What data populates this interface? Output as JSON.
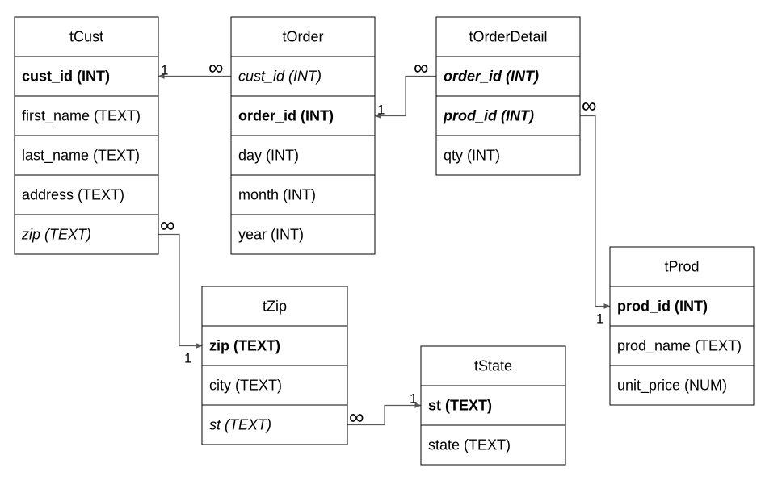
{
  "tables": [
    {
      "id": "tCust",
      "name": "tCust",
      "fields": [
        {
          "text": "cust_id (INT)",
          "style": "pk"
        },
        {
          "text": "first_name (TEXT)",
          "style": "normal"
        },
        {
          "text": "last_name (TEXT)",
          "style": "normal"
        },
        {
          "text": "address (TEXT)",
          "style": "normal"
        },
        {
          "text": "zip (TEXT)",
          "style": "fk"
        }
      ]
    },
    {
      "id": "tOrder",
      "name": "tOrder",
      "fields": [
        {
          "text": "cust_id (INT)",
          "style": "fk"
        },
        {
          "text": "order_id (INT)",
          "style": "pk"
        },
        {
          "text": "day (INT)",
          "style": "normal"
        },
        {
          "text": "month (INT)",
          "style": "normal"
        },
        {
          "text": "year (INT)",
          "style": "normal"
        }
      ]
    },
    {
      "id": "tOrderDetail",
      "name": "tOrderDetail",
      "fields": [
        {
          "text": "order_id (INT)",
          "style": "pk fk"
        },
        {
          "text": "prod_id (INT)",
          "style": "pk fk"
        },
        {
          "text": "qty (INT)",
          "style": "normal"
        }
      ]
    },
    {
      "id": "tProd",
      "name": "tProd",
      "fields": [
        {
          "text": "prod_id (INT)",
          "style": "pk"
        },
        {
          "text": "prod_name (TEXT)",
          "style": "normal"
        },
        {
          "text": "unit_price (NUM)",
          "style": "normal"
        }
      ]
    },
    {
      "id": "tZip",
      "name": "tZip",
      "fields": [
        {
          "text": "zip (TEXT)",
          "style": "pk"
        },
        {
          "text": "city (TEXT)",
          "style": "normal"
        },
        {
          "text": "st (TEXT)",
          "style": "fk"
        }
      ]
    },
    {
      "id": "tState",
      "name": "tState",
      "fields": [
        {
          "text": "st (TEXT)",
          "style": "pk"
        },
        {
          "text": "state (TEXT)",
          "style": "normal"
        }
      ]
    }
  ],
  "relationships": [
    {
      "id": "cust-order",
      "one_table": "tCust",
      "one_field": "cust_id (INT)",
      "many_table": "tOrder",
      "many_field": "cust_id (INT)",
      "one_label": "1",
      "many_label": "∞"
    },
    {
      "id": "order-detail",
      "one_table": "tOrder",
      "one_field": "order_id (INT)",
      "many_table": "tOrderDetail",
      "many_field": "order_id (INT)",
      "one_label": "1",
      "many_label": "∞"
    },
    {
      "id": "prod-detail",
      "one_table": "tProd",
      "one_field": "prod_id (INT)",
      "many_table": "tOrderDetail",
      "many_field": "prod_id (INT)",
      "one_label": "1",
      "many_label": "∞"
    },
    {
      "id": "zip-cust",
      "one_table": "tZip",
      "one_field": "zip (TEXT)",
      "many_table": "tCust",
      "many_field": "zip (TEXT)",
      "one_label": "1",
      "many_label": "∞"
    },
    {
      "id": "state-zip",
      "one_table": "tState",
      "one_field": "st (TEXT)",
      "many_table": "tZip",
      "many_field": "st (TEXT)",
      "one_label": "1",
      "many_label": "∞"
    }
  ]
}
